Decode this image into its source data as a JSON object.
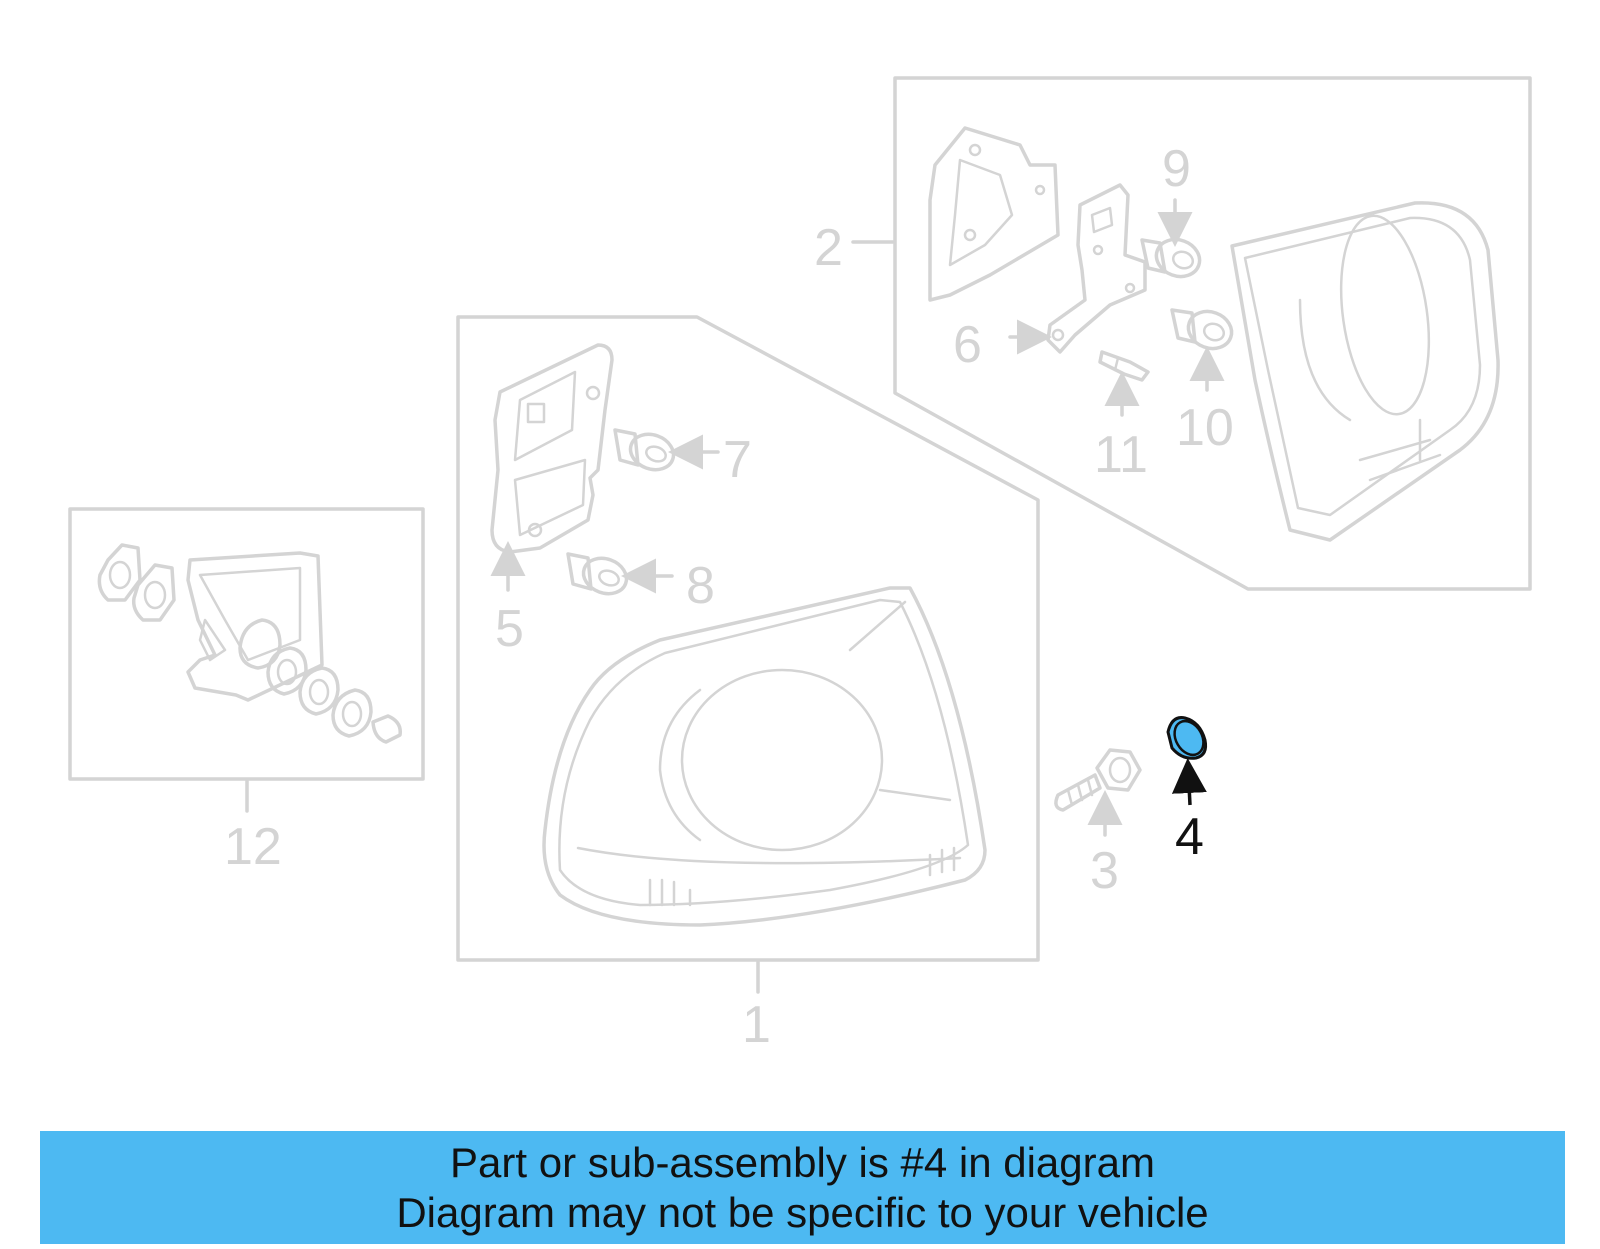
{
  "diagram": {
    "highlighted_part": "4",
    "highlight_color": "#4db9f2",
    "line_color": "#d4d4d4",
    "callouts": [
      "1",
      "2",
      "3",
      "4",
      "5",
      "6",
      "7",
      "8",
      "9",
      "10",
      "11",
      "12"
    ]
  },
  "banner": {
    "line1": "Part or sub-assembly is #4 in diagram",
    "line2": "Diagram may not be specific to your vehicle",
    "background": "#4db9f2"
  }
}
